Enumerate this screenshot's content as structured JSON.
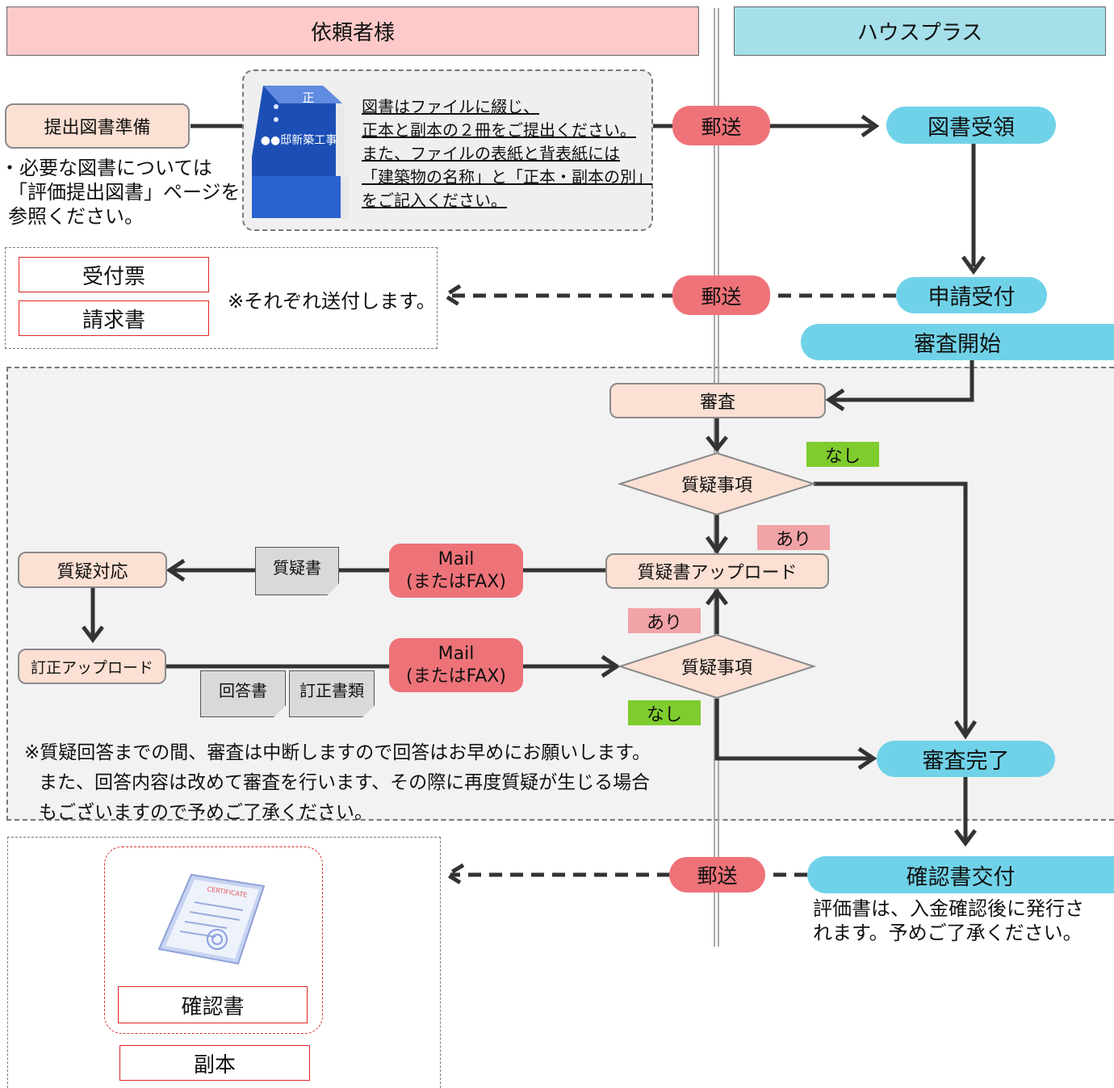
{
  "lanes": {
    "requester": "依頼者様",
    "houseplus": "ハウスプラス"
  },
  "submit_prep": "提出図書準備",
  "submit_note": [
    "・必要な図書については",
    "「評価提出図書」ページを",
    "参照ください。"
  ],
  "binder": {
    "label_top": "正",
    "label_spine": "●●邸新築工事"
  },
  "binder_note": [
    "図書はファイルに綴じ、",
    "正本と副本の２冊をご提出ください。",
    "また、ファイルの表紙と背表紙には",
    "「建築物の名称」と「正本・副本の別」",
    "をご記入ください。"
  ],
  "mail_labels": {
    "yuso1": "郵送",
    "yuso2": "郵送",
    "yuso3": "郵送"
  },
  "flow": {
    "received": "図書受領",
    "accepted": "申請受付",
    "review_start": "審査開始",
    "review": "審査",
    "question1": "質疑事項",
    "question2": "質疑事項",
    "upload_question": "質疑書アップロード",
    "complete": "審査完了",
    "issue": "確認書交付",
    "response": "質疑対応",
    "correction_upload": "訂正アップロード"
  },
  "tags": {
    "none1": "なし",
    "yes1": "あり",
    "yes2": "あり",
    "none2": "なし"
  },
  "mail_fax": {
    "line1": "Mail",
    "line2": "(またはFAX)"
  },
  "docs": {
    "question_doc": "質疑書",
    "answer_doc": "回答書",
    "correction_doc": "訂正書類"
  },
  "receipt_box": {
    "receipt": "受付票",
    "invoice": "請求書",
    "note": "※それぞれ送付します。"
  },
  "review_note": [
    "※質疑回答までの間、審査は中断しますので回答はお早めにお願いします。",
    "また、回答内容は改めて審査を行います、その際に再度質疑が生じる場合",
    "もございますので予めご了承ください。"
  ],
  "issue_note": [
    "評価書は、入金確認後に発行さ",
    "れます。予めご了承ください。"
  ],
  "final_box": {
    "certificate_stamp": "CERTIFICATE",
    "certificate": "確認書",
    "copy": "副本"
  },
  "colors": {
    "cyan": "#70d2e8",
    "red": "#ee7379",
    "peach": "#fbe0d3",
    "lane_left": "#fdc9c9",
    "lane_right": "#a5dfe9"
  }
}
